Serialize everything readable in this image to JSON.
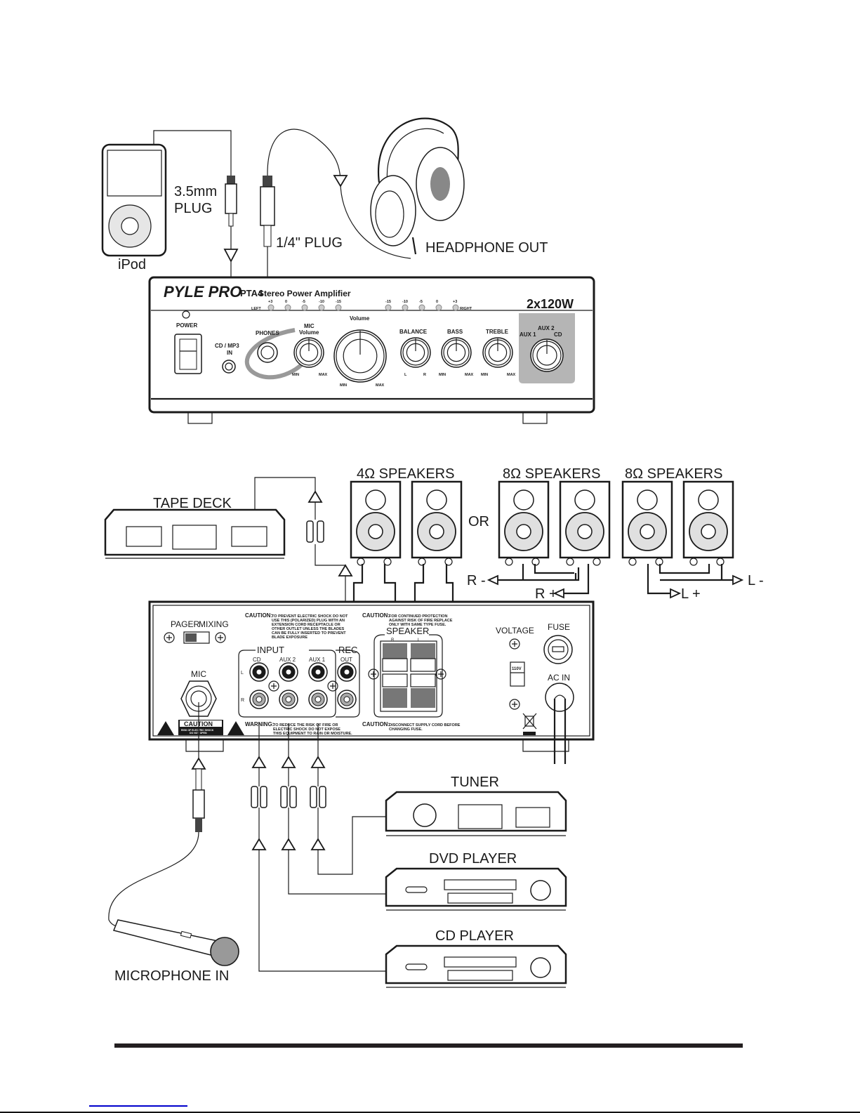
{
  "labels": {
    "ipod": "iPod",
    "plug_35": "3.5mm",
    "plug_35_b": "PLUG",
    "plug_14": "1/4\" PLUG",
    "headphone_out": "HEADPHONE OUT",
    "tape_deck": "TAPE DECK",
    "speakers_4ohm": "4Ω  SPEAKERS",
    "speakers_8ohm_a": "8Ω  SPEAKERS",
    "speakers_8ohm_b": "8Ω  SPEAKERS",
    "or": "OR",
    "r_minus": "R -",
    "r_plus": "R +",
    "l_plus": "L +",
    "l_minus": "L -",
    "tuner": "TUNER",
    "dvd_player": "DVD PLAYER",
    "cd_player": "CD PLAYER",
    "microphone_in": "MICROPHONE IN"
  },
  "front_panel": {
    "brand": "PYLE PRO",
    "model": "PTA4",
    "subtitle": "Stereo Power Amplifier",
    "wattage": "2x120W",
    "left_label": "LEFT",
    "right_label": "RIGHT",
    "left_meter": [
      "+3",
      "0",
      "-5",
      "-10",
      "-15"
    ],
    "right_meter": [
      "-15",
      "-10",
      "-5",
      "0",
      "+3"
    ],
    "power": "POWER",
    "cd_mp3": "CD / MP3",
    "cd_mp3_in": "IN",
    "phones": "PHONES",
    "mic": "MIC",
    "mic_volume": "Volume",
    "volume": "Volume",
    "balance": "BALANCE",
    "bass": "BASS",
    "treble": "TREBLE",
    "aux1": "AUX 1",
    "aux2": "AUX 2",
    "cd": "CD",
    "min": "MIN",
    "max": "MAX",
    "l": "L",
    "r": "R"
  },
  "rear_panel": {
    "pager": "PAGER",
    "mixing": "MIXING",
    "mic": "MIC",
    "caution_title": "CAUTION:",
    "caution_1": [
      "TO PREVENT ELECTRIC SHOCK DO NOT",
      "USE THIS (POLARIZED) PLUG WITH AN",
      "EXTENSION CORD RECEPTACLE OR",
      "OTHER OUTLET UNLESS THE BLADES",
      "CAN BE FULLY INSERTED TO PREVENT",
      "BLADE EXPOSURE"
    ],
    "caution_2": [
      "FOR CONTINUED PROTECTION",
      "AGAINST RISK OF FIRE REPLACE",
      "ONLY WITH SAME TYPE FUSE."
    ],
    "input": "INPUT",
    "rec": "REC",
    "out": "OUT",
    "cd": "CD",
    "aux2": "AUX 2",
    "aux1": "AUX 1",
    "l": "L",
    "r": "R",
    "speaker": "SPEAKER",
    "speaker_r": "R",
    "speaker_l": "L",
    "voltage": "VOLTAGE",
    "voltage_value": "110V",
    "fuse": "FUSE",
    "ac_in": "AC IN",
    "caution_badge": "CAUTION",
    "caution_badge_sub1": "RISK OF ELECTRIC SHOCK",
    "caution_badge_sub2": "DO NOT OPEN",
    "warning_title": "WARNING:",
    "warning": [
      "TO REDUCE THE RISK OF FIRE OR",
      "ELECTRIC SHOCK DO NOT EXPOSE",
      "THIS EQUIPMENT TO RAIN OR MOISTURE."
    ],
    "caution_3": [
      "DISCONNECT SUPPLY CORD BEFORE",
      "CHANGING FUSE."
    ]
  }
}
